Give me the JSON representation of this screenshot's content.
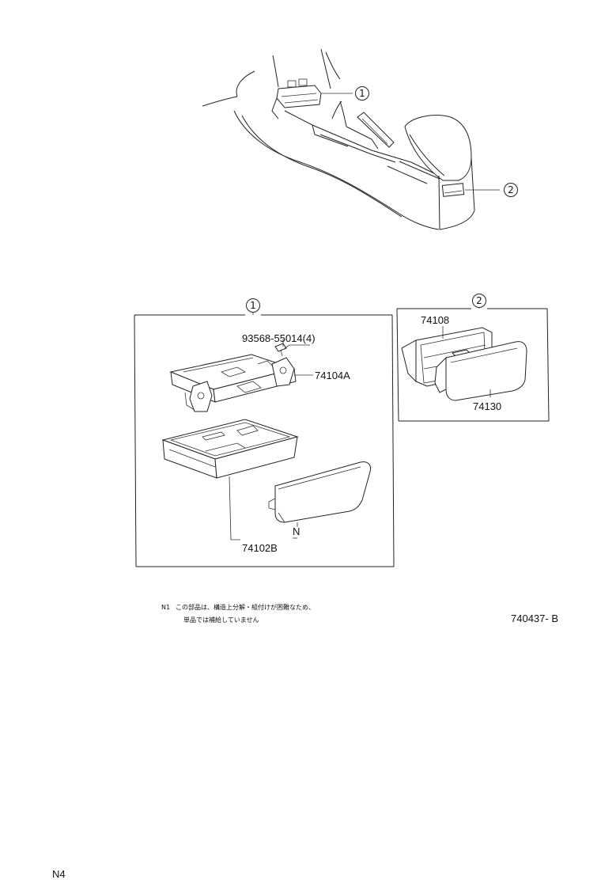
{
  "callouts": {
    "one": "①",
    "two": "②"
  },
  "parts": {
    "screw": "93568-55014(4)",
    "bracket": "74104A",
    "box_assembly": "74102B",
    "note_mark": "N",
    "rear_case": "74108",
    "rear_tray": "74130"
  },
  "note": {
    "marker": "N1",
    "line1": "この部品は、構造上分解・組付けが困難なため、",
    "line2": "単品では補給していません"
  },
  "figure_code": "740437- B",
  "page_mark": "N4"
}
